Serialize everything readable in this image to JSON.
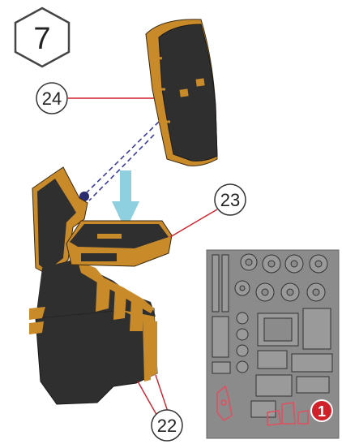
{
  "step": {
    "number": "7"
  },
  "callouts": [
    {
      "id": "part-24",
      "label": "24"
    },
    {
      "id": "part-23",
      "label": "23"
    },
    {
      "id": "part-22",
      "label": "22"
    }
  ],
  "sheet": {
    "badge": "1"
  },
  "colors": {
    "wood_edge": "#c98a2a",
    "wood_face": "#2f2f2f",
    "leader": "#d0202a",
    "guide": "#3a3aa0",
    "arrow": "#8fd0e0",
    "sheet_bg": "#8b8b8b",
    "badge": "#d0202a"
  }
}
